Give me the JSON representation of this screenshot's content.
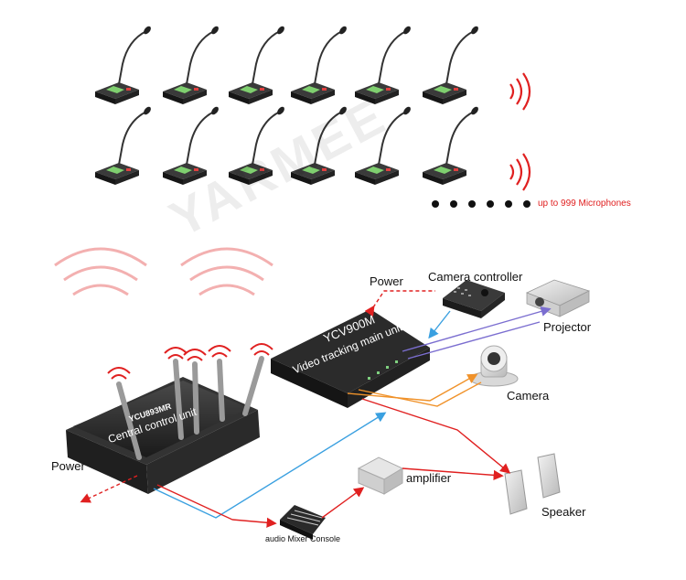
{
  "brand": {
    "watermark": "YARMEE"
  },
  "microphones": {
    "count_label": "up  to 999 Microphones",
    "row1_count": 6,
    "row2_count": 6
  },
  "devices": {
    "central_unit": {
      "model": "YCU893MR",
      "label": "Central control unit"
    },
    "video_unit": {
      "model": "YCV900M",
      "label": "Video tracking main unit"
    },
    "camera_controller": {
      "label": "Camera controller"
    },
    "projector": {
      "label": "Projector"
    },
    "camera": {
      "label": "Camera"
    },
    "amplifier": {
      "label": "amplifier"
    },
    "speaker": {
      "label": "Speaker"
    },
    "mixer": {
      "label": "audio Mixer Console"
    },
    "power_top": {
      "label": "Power"
    },
    "power_left": {
      "label": "Power"
    }
  },
  "colors": {
    "signal_red": "#e02020",
    "signal_blue": "#3aa0e0",
    "signal_orange": "#f0922a",
    "signal_purple": "#7b6ed0",
    "wave_pink": "#f3b0b0",
    "unit_dark": "#2b2b2b"
  }
}
